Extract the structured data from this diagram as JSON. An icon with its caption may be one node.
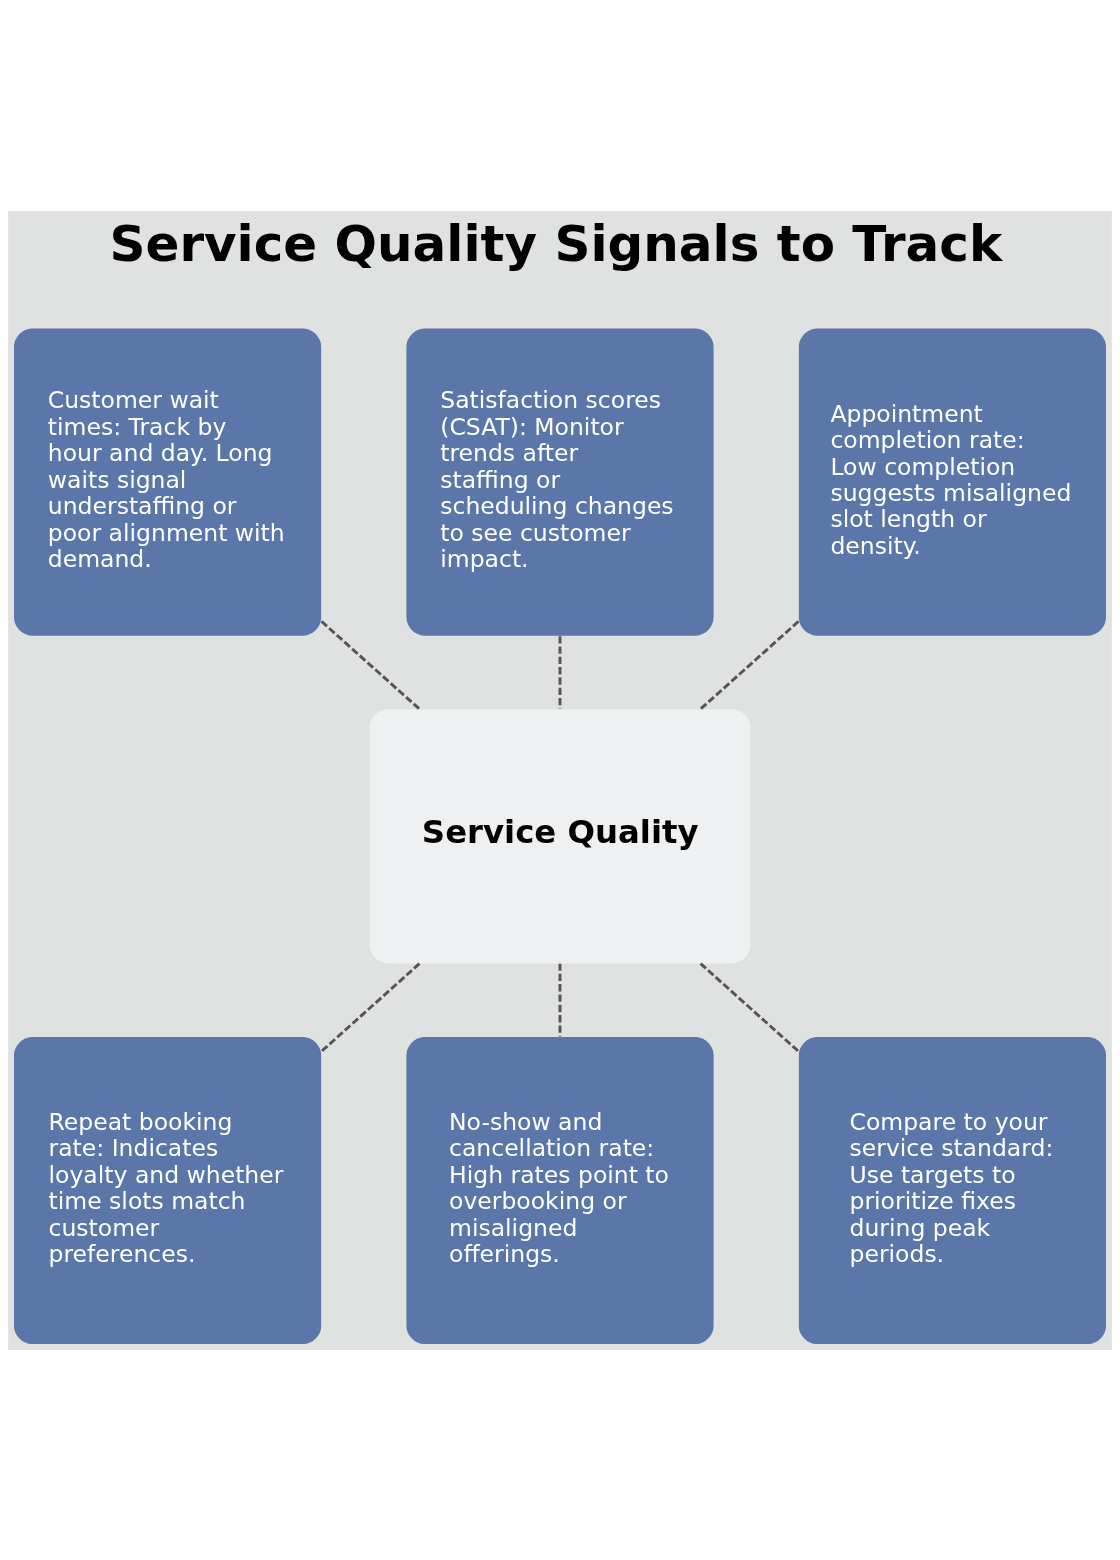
{
  "diagram": {
    "title": "Service Quality Signals to Track",
    "nodes": [
      {
        "text": [
          "Customer wait times: Track by hour and day. Long waits signal understaffing or poor alignment with demand."
        ]
      },
      {
        "text": [
          "Satisfaction scores (CSAT): Monitor trends after staffing or scheduling changes to see customer impact."
        ]
      },
      {
        "text": [
          "Appointment completion rate: Low completion suggests misaligned slot length or density."
        ]
      },
      {
        "text": [
          "Service Quality"
        ]
      },
      {
        "text": [
          "Repeat booking rate: Indicates loyalty and whether time slots match customer preferences."
        ]
      },
      {
        "text": [
          "No-show and cancellation rate: High rates point to overbooking or misaligned offerings."
        ]
      },
      {
        "text": [
          "Compare to your service standard: Use targets to prioritize fixes during peak periods."
        ]
      }
    ],
    "edges": [
      {
        "from": 0,
        "to": 3,
        "arrow": "none",
        "style": "dashed"
      },
      {
        "from": 1,
        "to": 3,
        "arrow": "none",
        "style": "dashed"
      },
      {
        "from": 2,
        "to": 3,
        "arrow": "none",
        "style": "dashed"
      },
      {
        "from": 3,
        "to": 4,
        "arrow": "none",
        "style": "dashed"
      },
      {
        "from": 3,
        "to": 5,
        "arrow": "none",
        "style": "dashed"
      },
      {
        "from": 3,
        "to": 6,
        "arrow": "none",
        "style": "dashed"
      }
    ]
  }
}
